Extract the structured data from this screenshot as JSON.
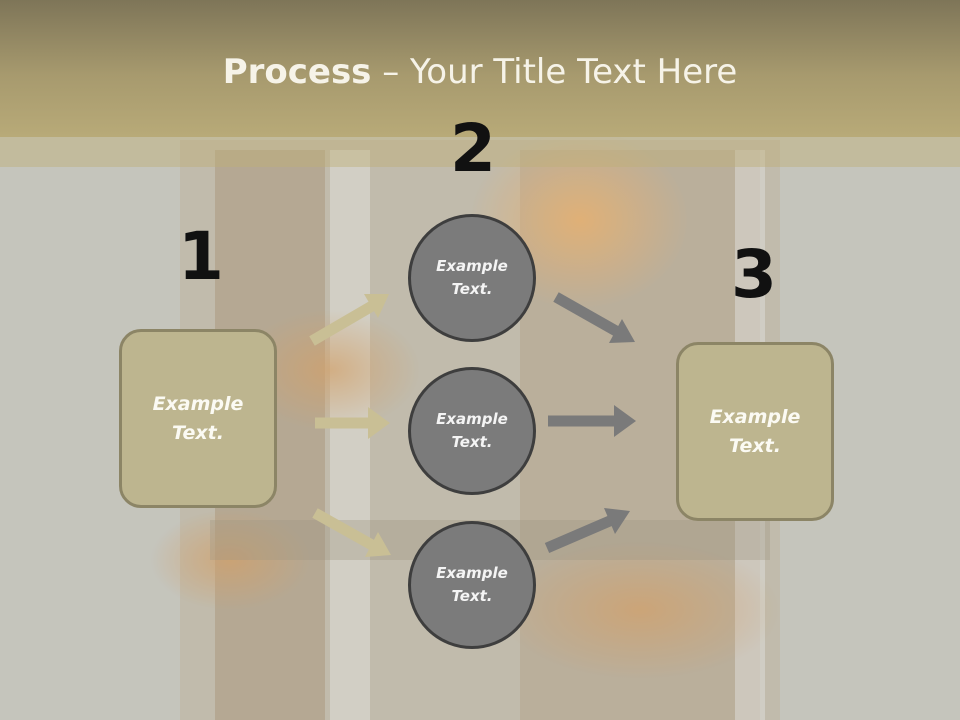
{
  "title": {
    "strong": "Process",
    "rest": " – Your Title Text Here"
  },
  "numbers": [
    "1",
    "2",
    "3"
  ],
  "left_box": {
    "text": "Example\nText."
  },
  "right_box": {
    "text": "Example\nText."
  },
  "circles": [
    {
      "text": "Example\nText."
    },
    {
      "text": "Example\nText."
    },
    {
      "text": "Example\nText."
    }
  ],
  "colors": {
    "header": "#a79a6e",
    "box_fill": "#bdb58f",
    "circle_fill": "#7b7b7b",
    "arrow_tan": "#c9bf95",
    "arrow_gray": "#7a7a7a"
  }
}
